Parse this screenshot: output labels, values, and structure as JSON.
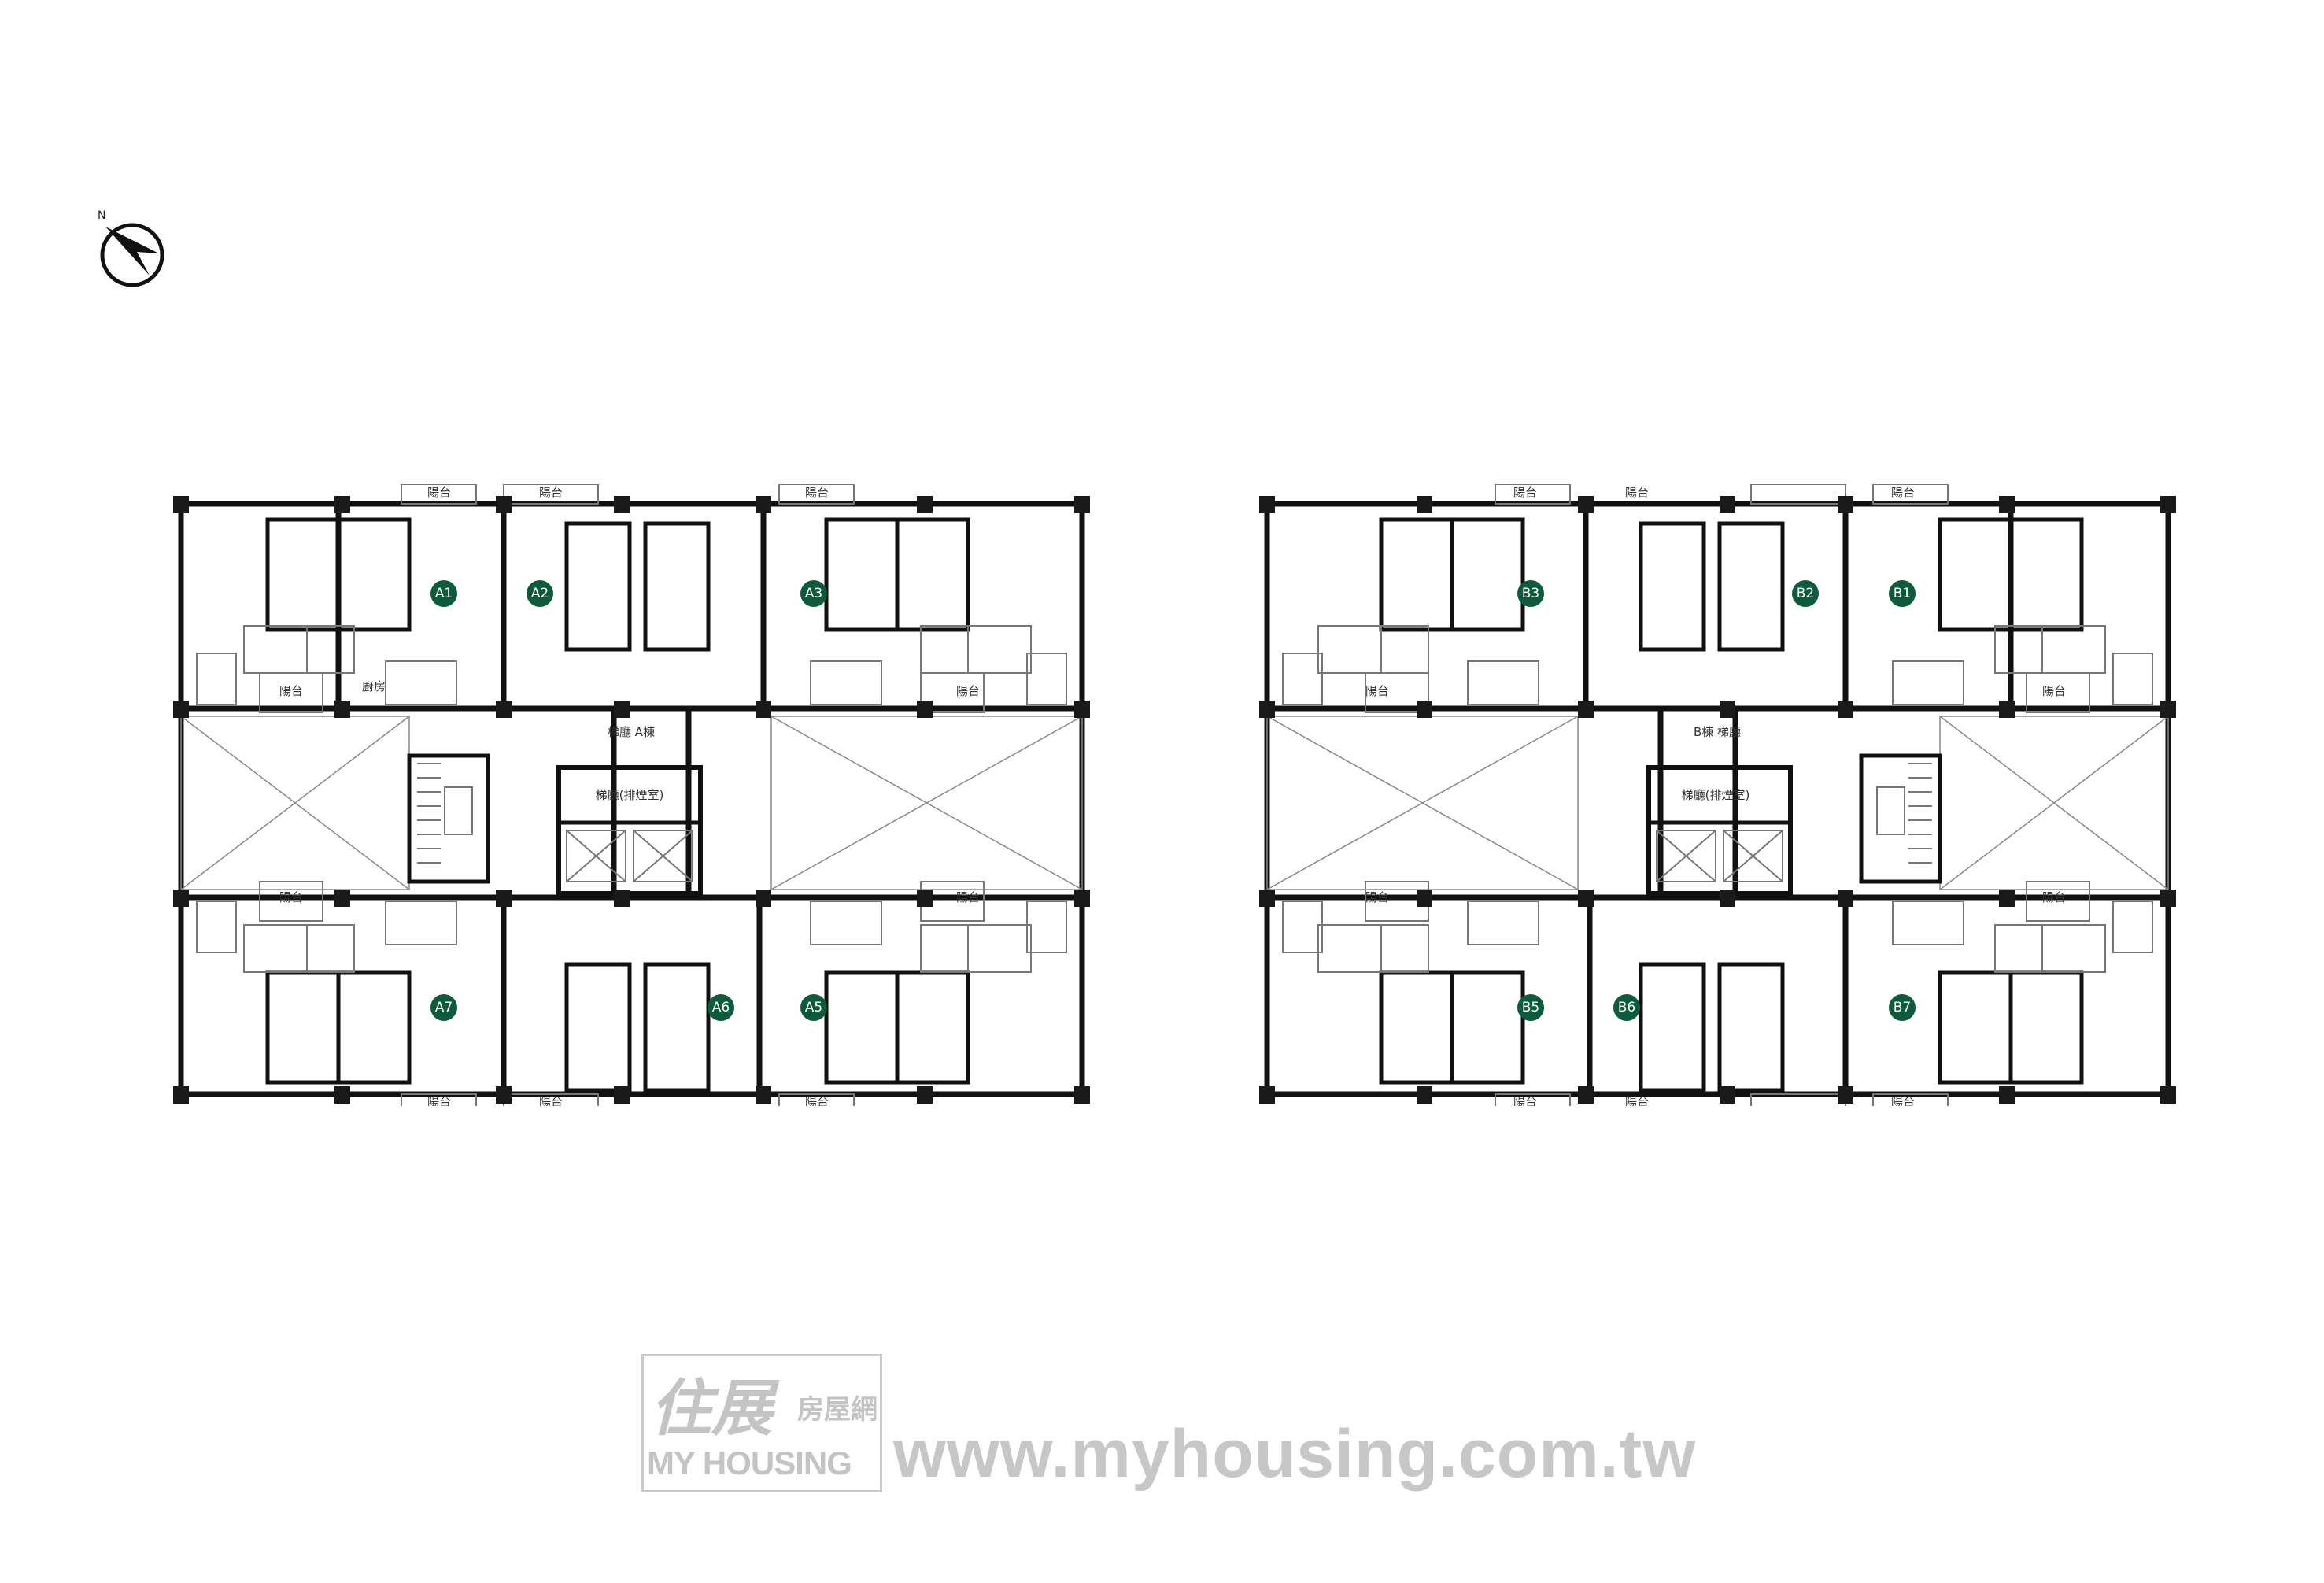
{
  "compass": {
    "north_label": "N"
  },
  "building_a": {
    "units_top": [
      "A1",
      "A2",
      "A3"
    ],
    "units_bottom": [
      "A7",
      "A6",
      "A5"
    ],
    "lobby_label": "梯廳 A棟",
    "smoke_lobby_label": "梯廳(排煙室)",
    "balcony_label": "陽台",
    "kitchen_label": "廚房"
  },
  "building_b": {
    "units_top": [
      "B3",
      "B2",
      "B1"
    ],
    "units_bottom": [
      "B5",
      "B6",
      "B7"
    ],
    "lobby_label": "B棟 梯廳",
    "smoke_lobby_label": "梯廳(排煙室)",
    "balcony_label": "陽台"
  },
  "watermark": {
    "logo_calligraphy": "住展",
    "logo_subtitle": "房屋網",
    "logo_brand": "MY HOUSING",
    "url": "www.myhousing.com.tw"
  },
  "colors": {
    "unit_badge": "#0d5a3c",
    "wall": "#111111",
    "watermark": "#c4c4c4"
  }
}
